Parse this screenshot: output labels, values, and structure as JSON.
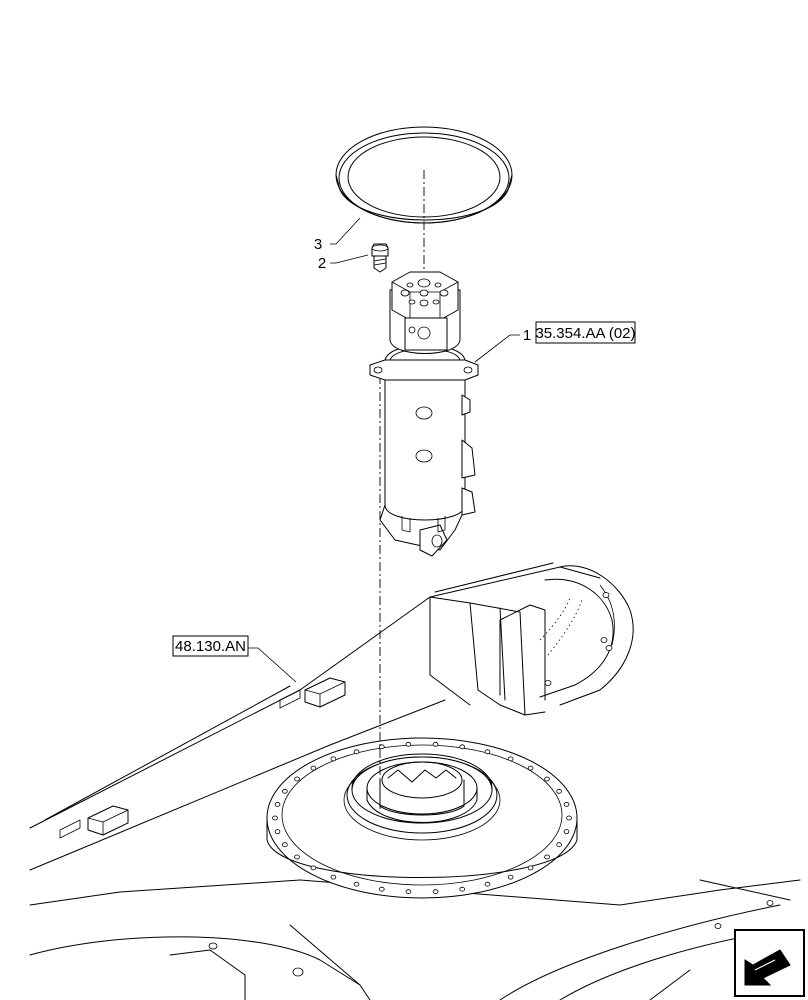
{
  "callouts": [
    {
      "number": "1",
      "ref": "35.354.AA (02)"
    },
    {
      "number": "2"
    },
    {
      "number": "3"
    }
  ],
  "references": [
    {
      "ref": "48.130.AN"
    }
  ],
  "nav_icon": "navigation-arrow-icon"
}
